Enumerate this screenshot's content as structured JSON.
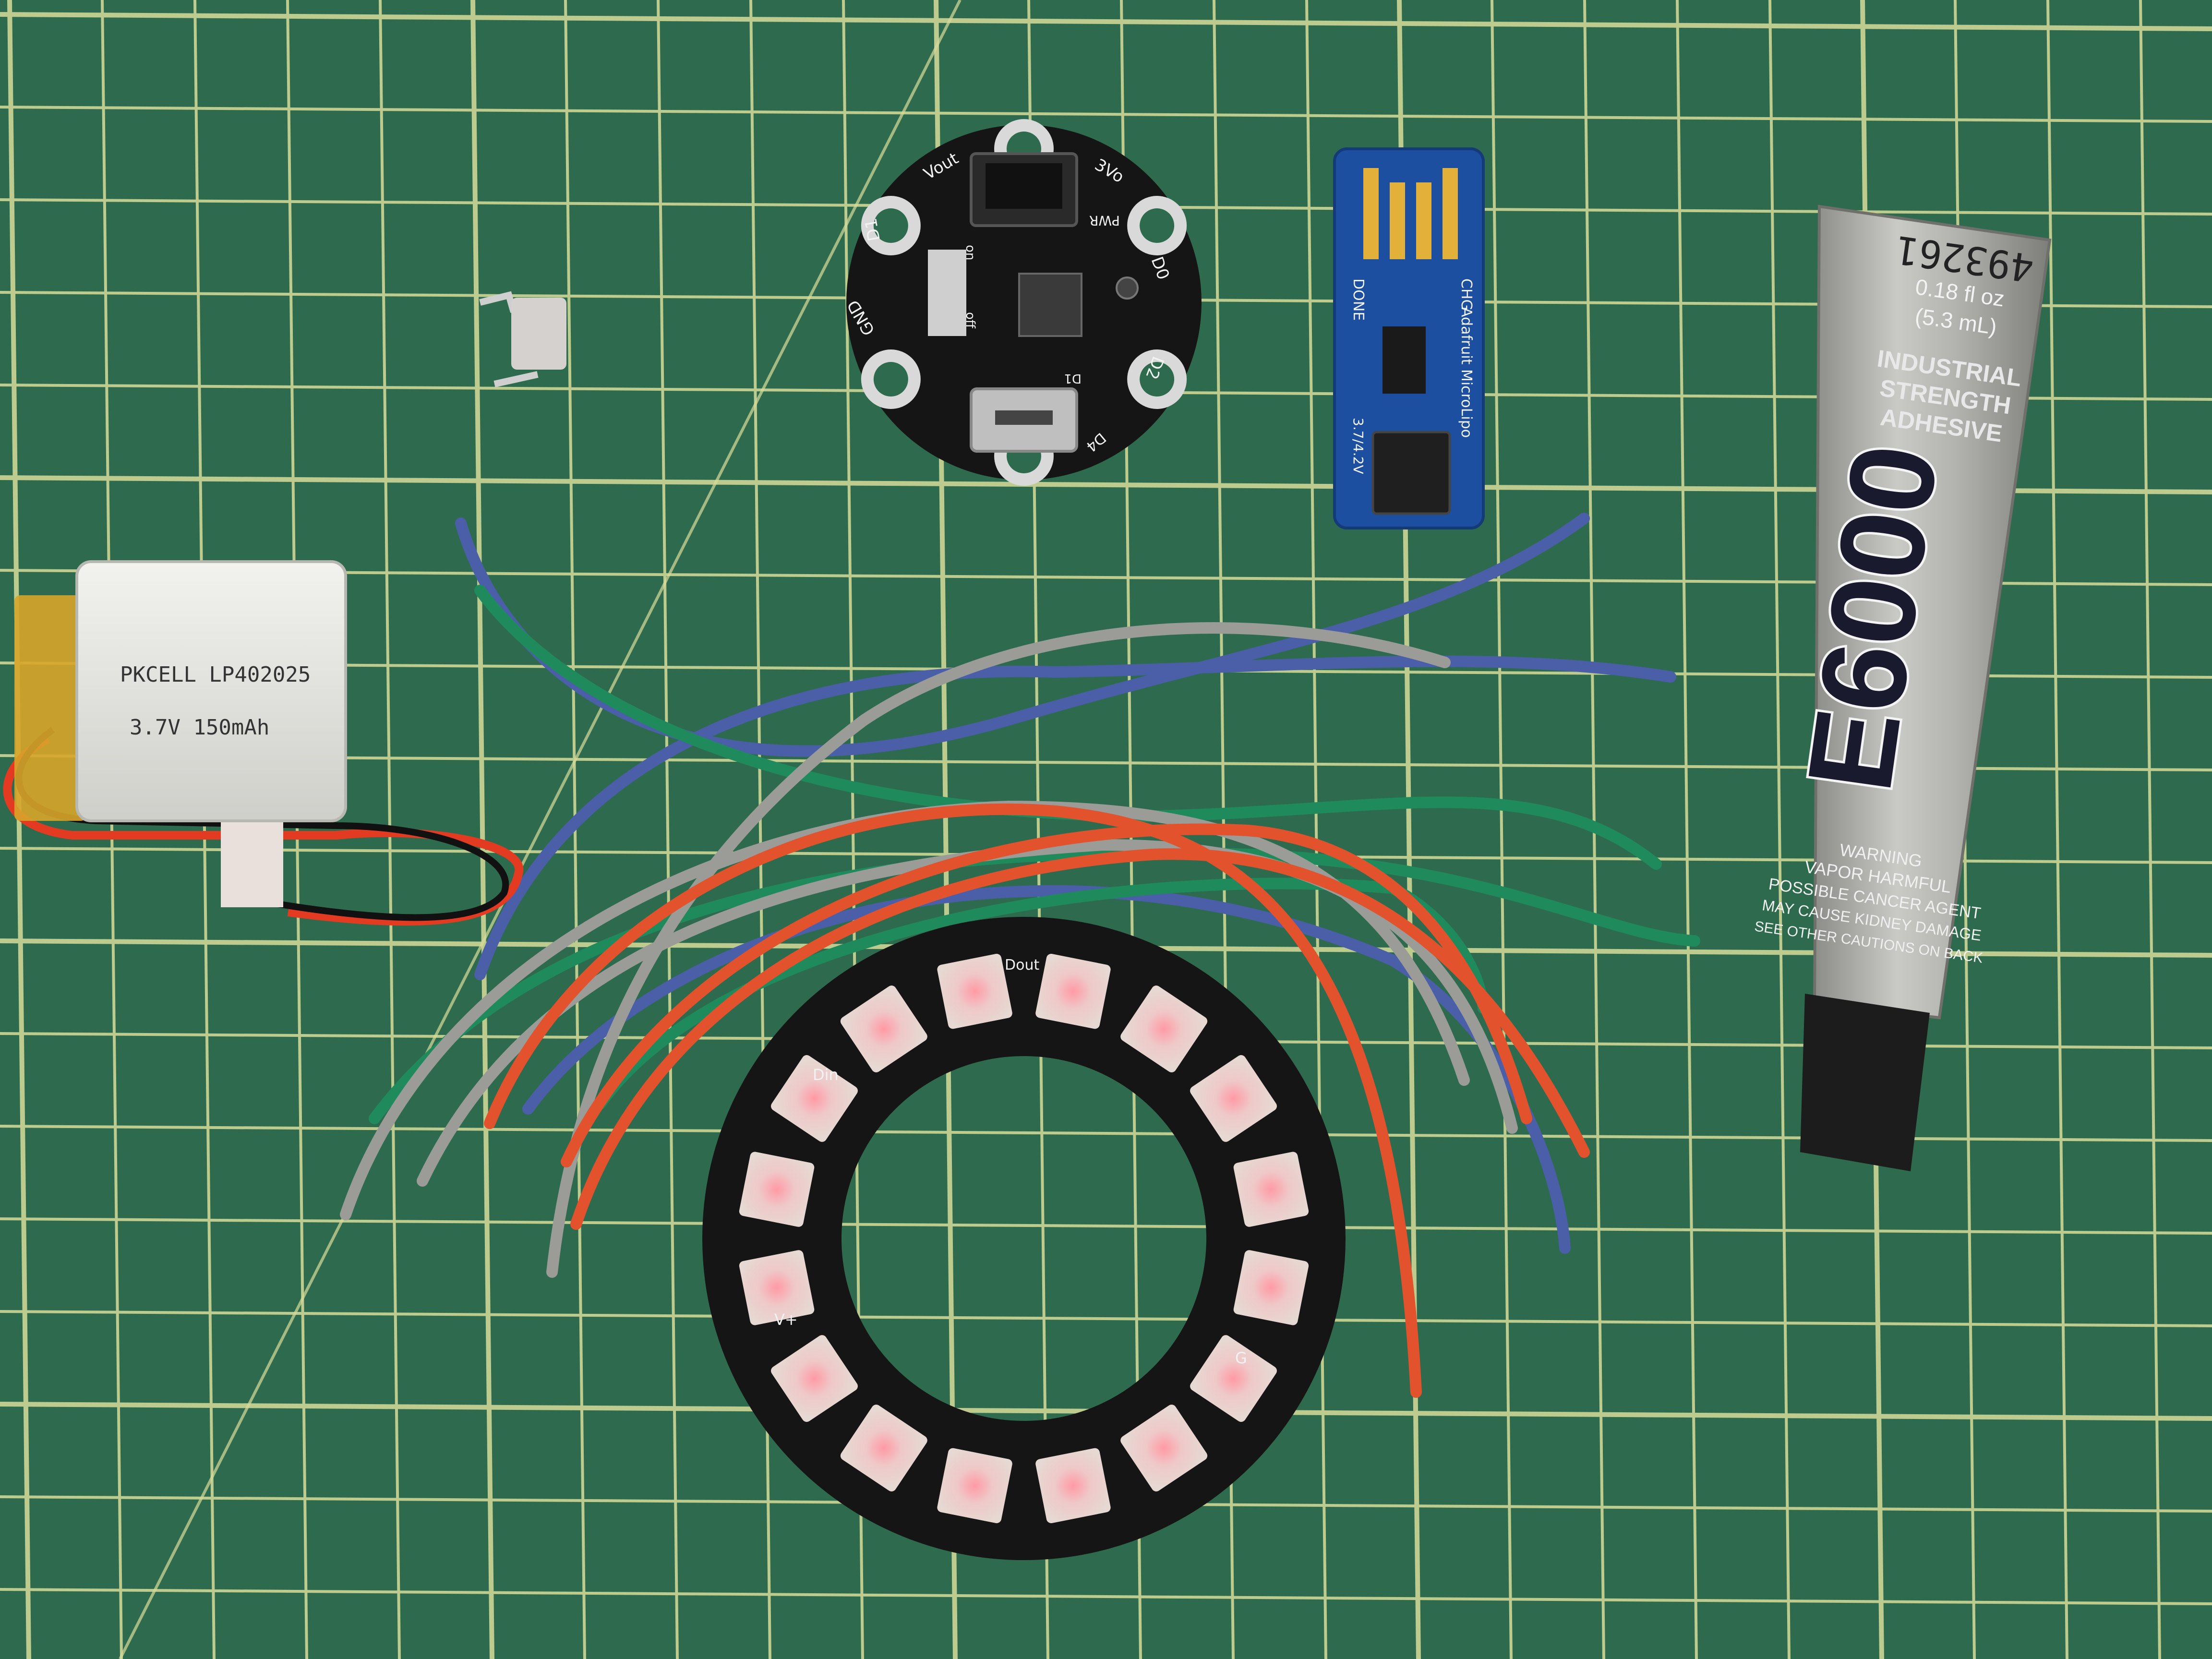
{
  "scene": {
    "description_colors": {
      "mat": "#2e6b4e",
      "grid": "#d8dc9a",
      "wire_blue": "#4a5fa8",
      "wire_green": "#1f8a5c",
      "wire_gray": "#9b9b98",
      "wire_red": "#e2522d",
      "pcb_black": "#151515",
      "pcb_blue": "#1d4fa0",
      "battery_silver": "#e6e6e2",
      "kapton": "#d8a52a",
      "tube_silver": "#a9aaa6",
      "cap_black": "#1c1c1c",
      "led_pink": "#efd4d4"
    }
  },
  "battery": {
    "line1": "PKCELL LP402025",
    "line2": "3.7V 150mAh"
  },
  "gemma": {
    "labels": {
      "vout": "Vout",
      "v3": "3Vo",
      "d0": "D0",
      "d1": "D1",
      "d2": "D2",
      "gnd": "GND",
      "d4": "D4",
      "pwr": "PWR",
      "on": "on",
      "off": "off",
      "d1b": "D1"
    }
  },
  "charger": {
    "done": "DONE",
    "chg": "CHG",
    "brand": "Adafruit MicroLipo",
    "voltage": "3.7/4.2V"
  },
  "glue": {
    "lot": "493261",
    "volume": "0.18 fl oz",
    "ml": "(5.3 mL)",
    "industrial": "INDUSTRIAL",
    "strength": "STRENGTH",
    "adhesive": "ADHESIVE",
    "brand": "E6000",
    "warning": "WARNING",
    "w1": "VAPOR HARMFUL",
    "w2": "POSSIBLE CANCER AGENT",
    "w3": "MAY CAUSE KIDNEY DAMAGE",
    "w4": "SEE OTHER CAUTIONS ON BACK"
  },
  "ring": {
    "pixel_count": 16,
    "labels": {
      "din": "Din",
      "vplus": "V+",
      "g": "G",
      "dout": "Dout"
    }
  }
}
